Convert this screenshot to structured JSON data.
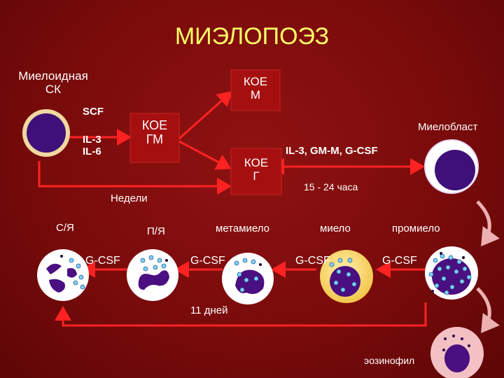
{
  "title": "МИЭЛОПОЭЗ",
  "labels": {
    "stem_cell": "Миелоидная\nСК",
    "scf": "SCF",
    "il3_il6": "IL-3\nIL-6",
    "koe_gm": "КОЕ\nГМ",
    "koe_m": "КОЕ\nМ",
    "koe_g": "КОЕ\nГ",
    "myeloblast": "Миелобласт",
    "cytokines": "IL-3, GM-M, G-CSF",
    "duration": "15 - 24 часа",
    "weeks": "Недели",
    "segmented": "С/Я",
    "band": "П/Я",
    "metamyelocyte": "метамиело",
    "myelocyte": "миело",
    "promyelocyte": "промиело",
    "gcsf_1": "G-CSF",
    "gcsf_2": "G-CSF",
    "gcsf_3": "G-CSF",
    "gcsf_4": "G-CSF",
    "days": "11 дней",
    "eosinophil": "эозинофил"
  },
  "colors": {
    "background": "#7a0b0b",
    "title": "#ffff66",
    "text": "#ffffff",
    "arrow": "#ff2222",
    "nucleus": "#3f0f7a",
    "cell_border": "#f0d8a0",
    "cytoplasm_white": "#ffffff",
    "granule": "#7fd0ff",
    "curved_arrow": "#e8a0a0"
  }
}
